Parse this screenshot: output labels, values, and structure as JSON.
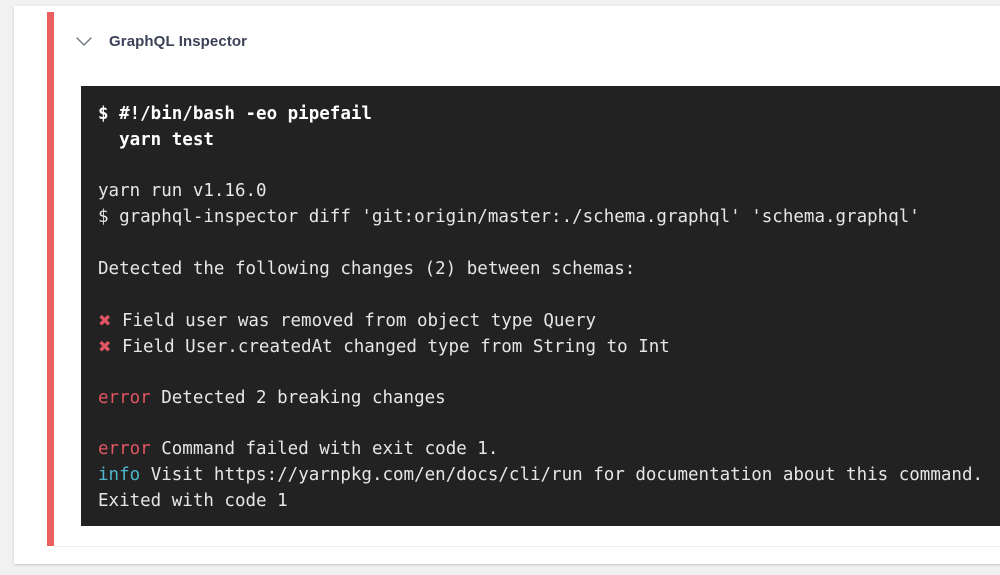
{
  "job": {
    "title": "GraphQL Inspector",
    "collapse_icon": "chevron-down-icon",
    "status_color": "#ec6060"
  },
  "terminal": {
    "background": "#222222",
    "text_color": "#e6e6e6",
    "error_color": "#e05561",
    "info_color": "#4db8cc",
    "lines": [
      {
        "type": "command",
        "text": "$ #!/bin/bash -eo pipefail"
      },
      {
        "type": "command",
        "text": "  yarn test"
      },
      {
        "type": "blank",
        "text": ""
      },
      {
        "type": "output",
        "text": "yarn run v1.16.0"
      },
      {
        "type": "output",
        "text": "$ graphql-inspector diff 'git:origin/master:./schema.graphql' 'schema.graphql'"
      },
      {
        "type": "blank",
        "text": ""
      },
      {
        "type": "output",
        "text": "Detected the following changes (2) between schemas:"
      },
      {
        "type": "blank",
        "text": ""
      },
      {
        "type": "change",
        "marker": "✖",
        "text": " Field user was removed from object type Query"
      },
      {
        "type": "change",
        "marker": "✖",
        "text": " Field User.createdAt changed type from String to Int"
      },
      {
        "type": "blank",
        "text": ""
      },
      {
        "type": "error",
        "label": "error",
        "text": " Detected 2 breaking changes"
      },
      {
        "type": "blank",
        "text": ""
      },
      {
        "type": "error",
        "label": "error",
        "text": " Command failed with exit code 1."
      },
      {
        "type": "info",
        "label": "info",
        "text": " Visit https://yarnpkg.com/en/docs/cli/run for documentation about this command."
      },
      {
        "type": "output",
        "text": "Exited with code 1"
      }
    ]
  }
}
